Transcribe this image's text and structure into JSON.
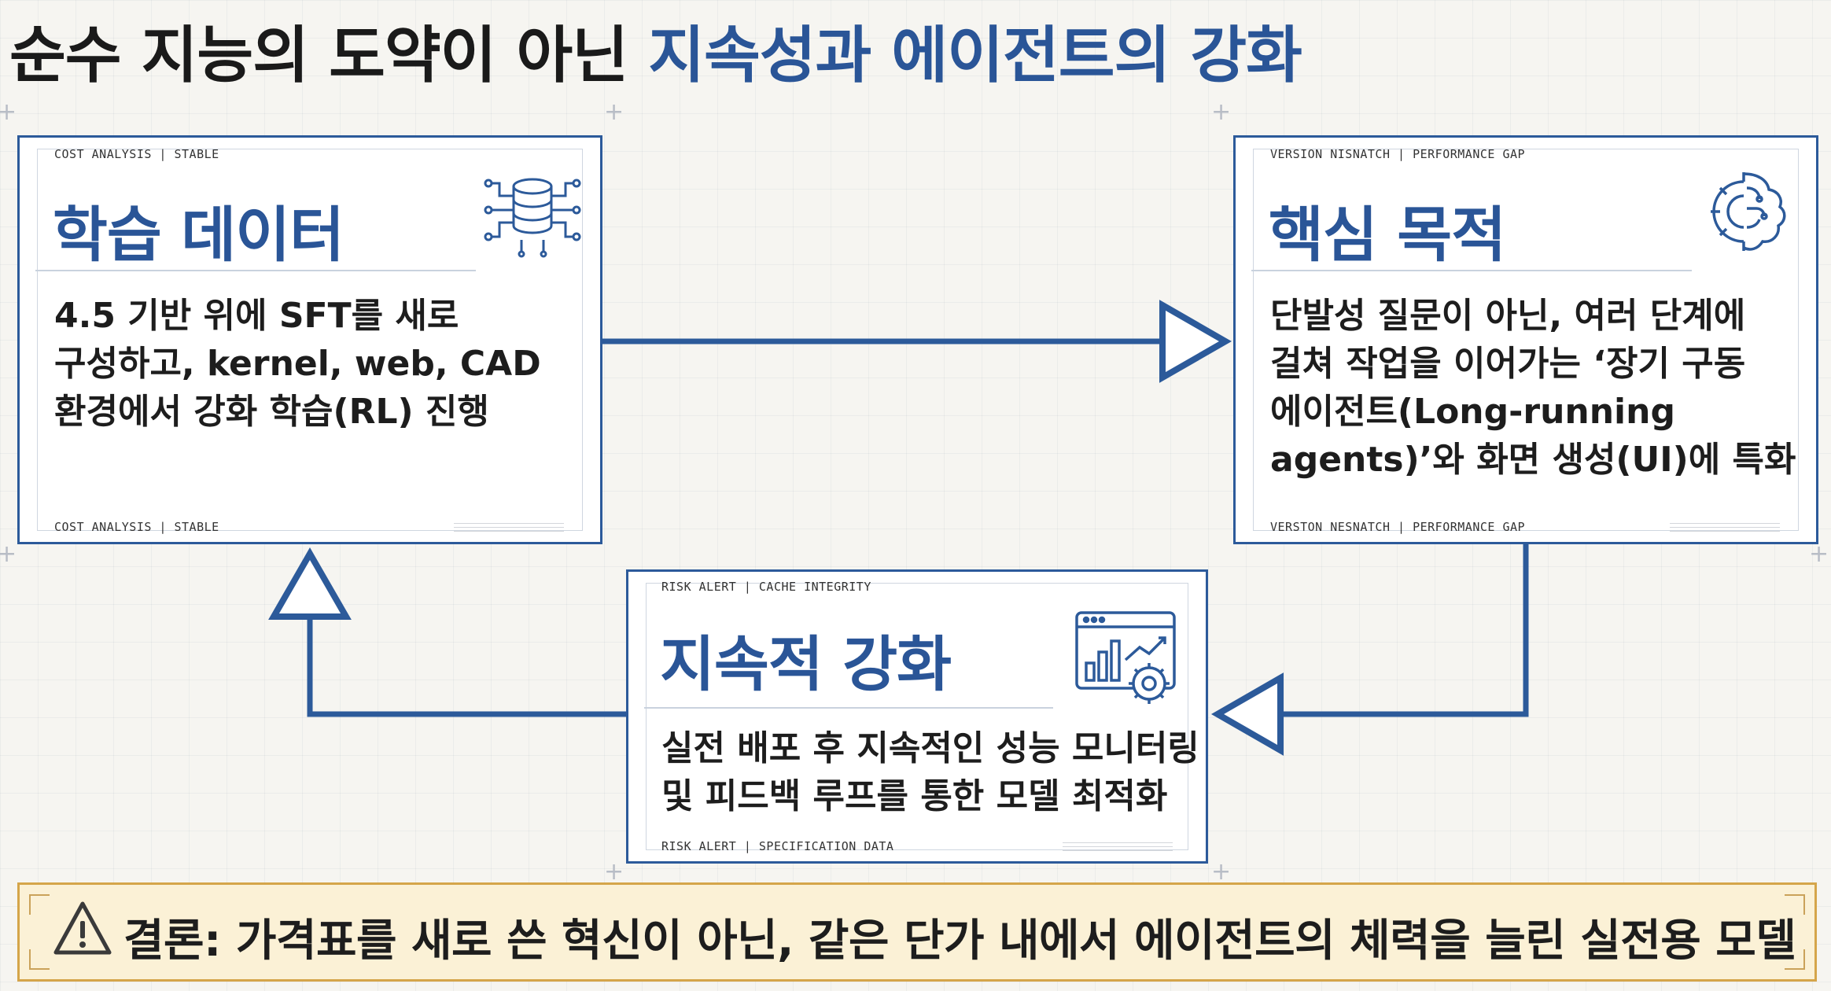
{
  "title": {
    "prefix": "순수 지능의 도약이 아닌",
    "accent": "지속성과 에이전트의 강화"
  },
  "cards": {
    "training": {
      "meta_top": "COST ANALYSIS | STABLE",
      "meta_bottom": "COST ANALYSIS | STABLE",
      "title": "학습 데이터",
      "body": "4.5 기반 위에 SFT를 새로\n구성하고, kernel, web, CAD\n환경에서 강화 학습(RL) 진행",
      "icon": "database-circuit-icon"
    },
    "purpose": {
      "meta_top": "VERSION NISNATCH | PERFORMANCE GAP",
      "meta_bottom": "VERSTON NESNATCH | PERFORMANCE GAP",
      "title": "핵심 목적",
      "body": "단발성 질문이 아닌, 여러 단계에\n걸쳐 작업을 이어가는 ‘장기 구동\n에이전트(Long-running\nagents)’와 화면 생성(UI)에 특화",
      "icon": "gear-brain-icon"
    },
    "reinforce": {
      "meta_top": "RISK ALERT | CACHE INTEGRITY",
      "meta_bottom": "RISK ALERT | SPECIFICATION DATA",
      "title": "지속적 강화",
      "body": "실전 배포 후 지속적인 성능 모니터링\n및 피드백 루프를 통한 모델 최적화",
      "icon": "dashboard-chart-gear-icon"
    }
  },
  "conclusion": {
    "text": "결론: 가격표를 새로 쓴 혁신이 아닌, 같은 단가 내에서 에이전트의 체력을 늘린 실전용 모델",
    "icon": "warning-icon"
  },
  "colors": {
    "accent": "#2a5597",
    "card_border": "#2c5a9a",
    "conclusion_bg": "#fbf1d6",
    "conclusion_border": "#d5a54a"
  }
}
